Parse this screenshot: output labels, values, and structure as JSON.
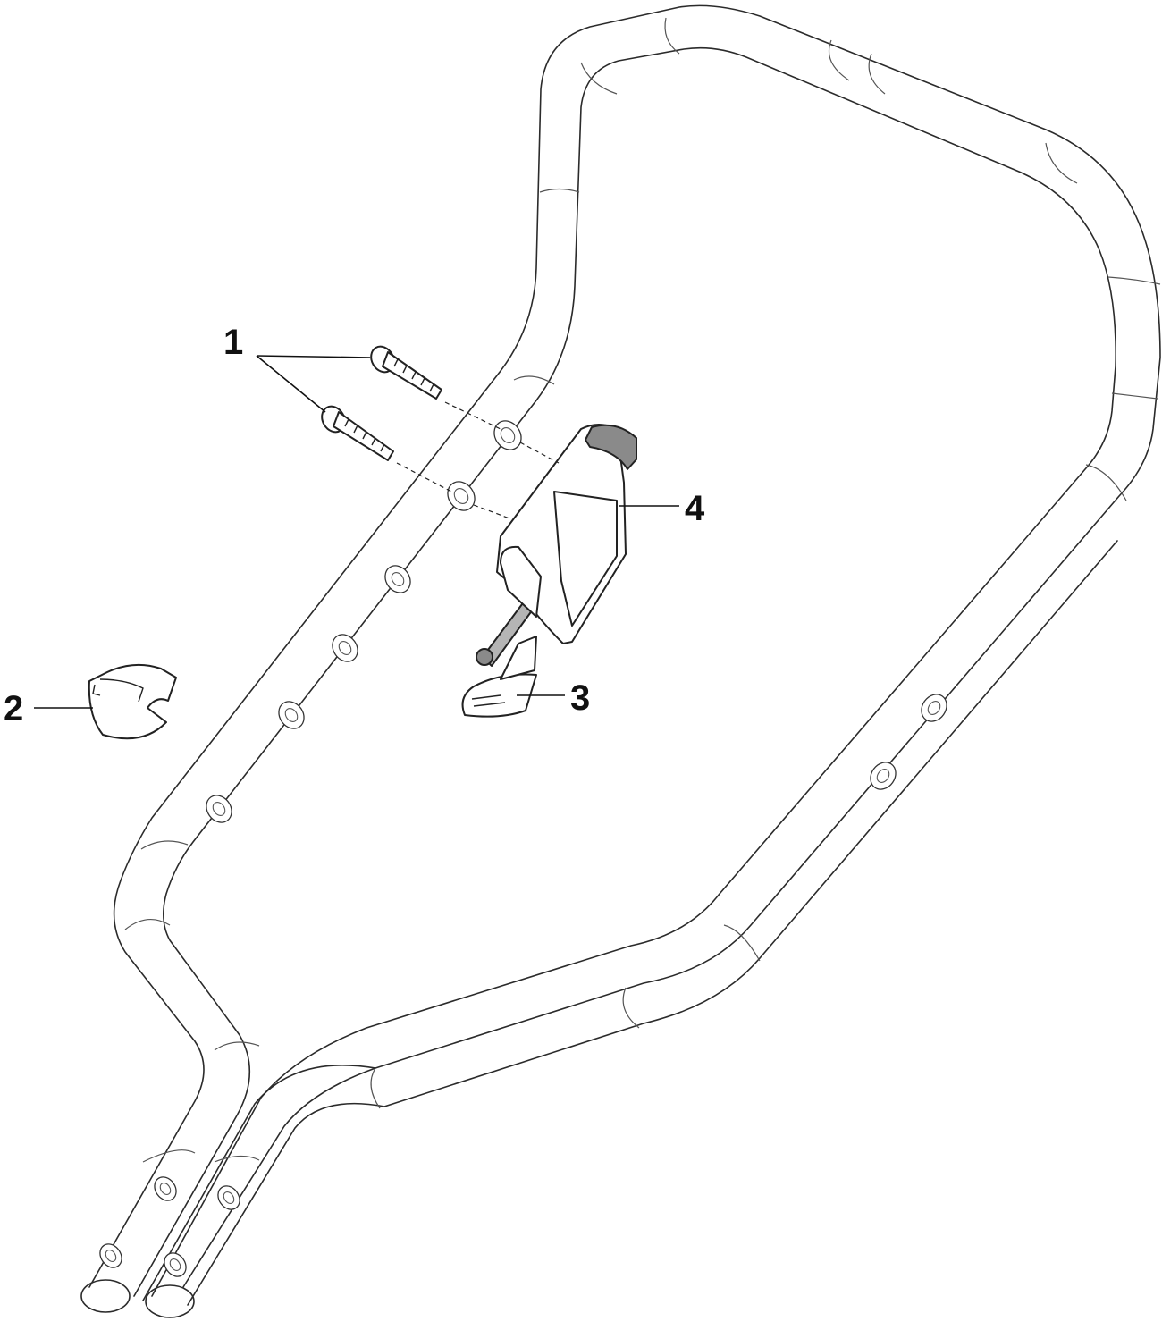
{
  "callouts": [
    {
      "id": "1",
      "label": "1"
    },
    {
      "id": "2",
      "label": "2"
    },
    {
      "id": "3",
      "label": "3"
    },
    {
      "id": "4",
      "label": "4"
    }
  ],
  "colors": {
    "line": "#2b2b2b",
    "grip_cap": "#8a8a8a",
    "background": "#ffffff"
  }
}
